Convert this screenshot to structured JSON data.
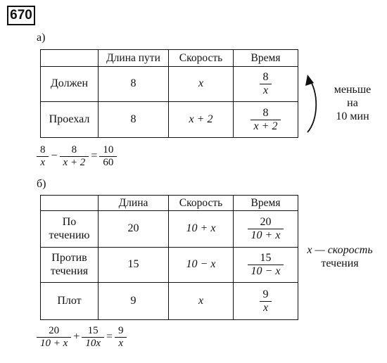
{
  "problem_number": "670",
  "part_a": {
    "label": "а)",
    "headers": [
      "",
      "Длина пути",
      "Скорость",
      "Время"
    ],
    "rows": [
      {
        "label": "Должен",
        "distance": "8",
        "speed": "x",
        "time_num": "8",
        "time_den": "x"
      },
      {
        "label": "Проехал",
        "distance": "8",
        "speed": "x + 2",
        "time_num": "8",
        "time_den": "x + 2"
      }
    ],
    "side_note": [
      "меньше",
      "на",
      "10 мин"
    ],
    "equation": {
      "t1_num": "8",
      "t1_den": "x",
      "op": "−",
      "t2_num": "8",
      "t2_den": "x + 2",
      "eq": "=",
      "r_num": "10",
      "r_den": "60"
    }
  },
  "part_b": {
    "label": "б)",
    "headers": [
      "",
      "Длина",
      "Скорость",
      "Время"
    ],
    "rows": [
      {
        "label1": "По",
        "label2": "течению",
        "distance": "20",
        "speed": "10 + x",
        "time_num": "20",
        "time_den": "10 + x"
      },
      {
        "label1": "Против",
        "label2": "течения",
        "distance": "15",
        "speed": "10 − x",
        "time_num": "15",
        "time_den": "10 − x"
      },
      {
        "label1": "Плот",
        "label2": "",
        "distance": "9",
        "speed": "x",
        "time_num": "9",
        "time_den": "x"
      }
    ],
    "side_note": [
      "x — скорость",
      "течения"
    ],
    "equation": {
      "t1_num": "20",
      "t1_den": "10 + x",
      "op": "+",
      "t2_num": "15",
      "t2_den": "10x",
      "eq": "=",
      "r_num": "9",
      "r_den": "x"
    }
  }
}
